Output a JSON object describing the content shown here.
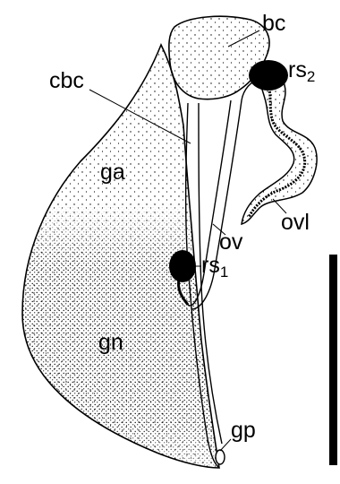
{
  "labels": {
    "bc": "bc",
    "cbc": "cbc",
    "rs2": {
      "base": "rs",
      "sub": "2"
    },
    "ga": "ga",
    "ovl": "ovl",
    "ov": "ov",
    "rs1": {
      "base": "rs",
      "sub": "1"
    },
    "gn": "gn",
    "gp": "gp"
  },
  "colors": {
    "ink": "#000000",
    "paper": "#ffffff"
  }
}
